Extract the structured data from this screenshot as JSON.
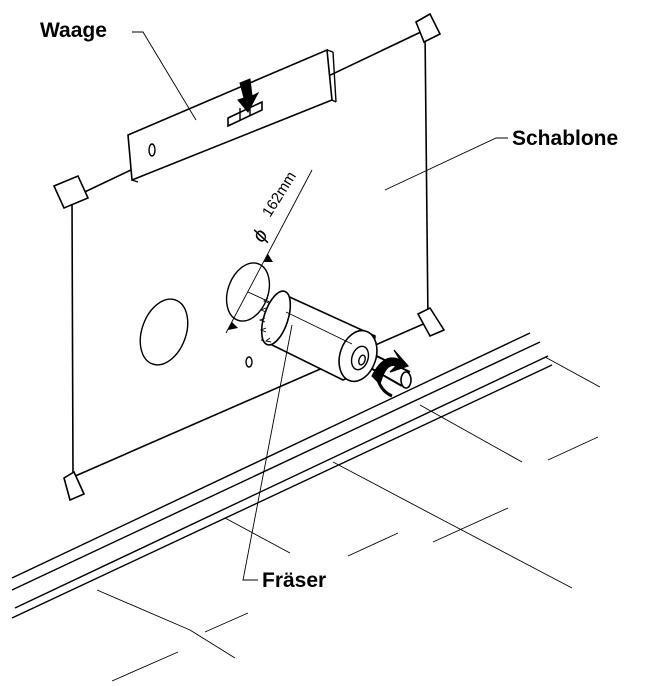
{
  "labels": {
    "level": "Waage",
    "template": "Schablone",
    "cutter": "Fräser"
  },
  "dimension": {
    "symbol": "ϕ",
    "value": "162mm"
  }
}
